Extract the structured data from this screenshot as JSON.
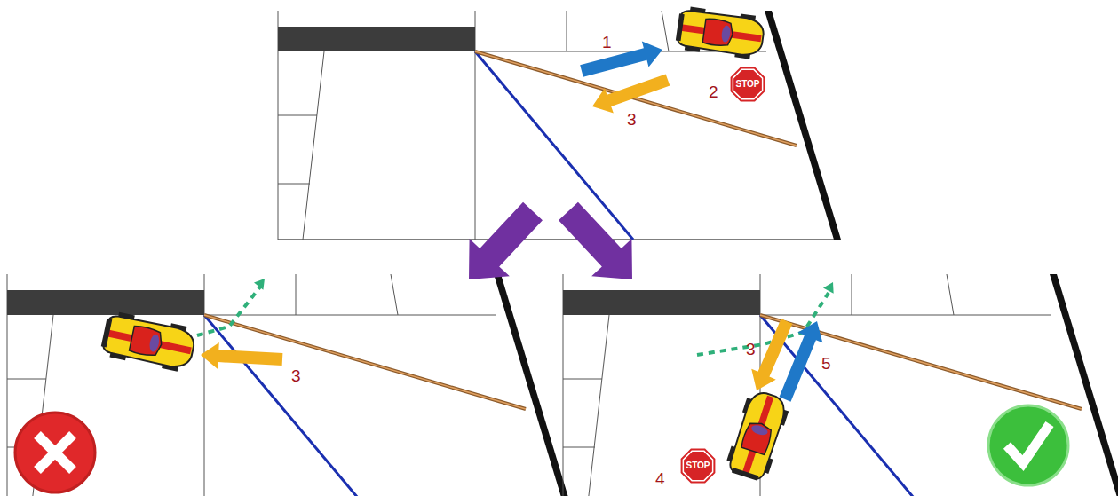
{
  "diagram": {
    "nodes": [
      {
        "text": [
          "STOP"
        ]
      },
      {
        "text": [
          "STOP"
        ]
      }
    ],
    "labels": [
      "1",
      "2",
      "3",
      "3",
      "3",
      "4",
      "5"
    ]
  }
}
